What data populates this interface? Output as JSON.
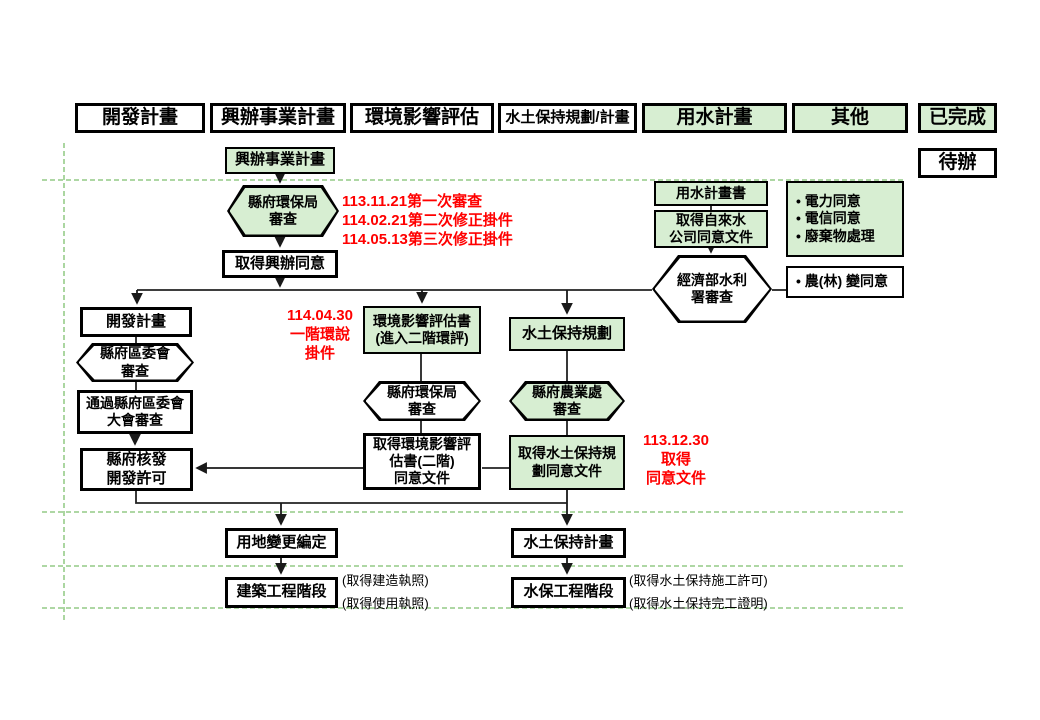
{
  "colors": {
    "node_green": "#d7eed2",
    "dashed_guide_green": "#7ebf6e",
    "red_annotation": "#ff0000",
    "border_black": "#000000"
  },
  "legend": {
    "categories": [
      {
        "label": "開發計畫",
        "style": "white"
      },
      {
        "label": "興辦事業計畫",
        "style": "white"
      },
      {
        "label": "環境影響評估",
        "style": "white"
      },
      {
        "label": "水土保持規劃/計畫",
        "style": "white"
      },
      {
        "label": "用水計畫",
        "style": "green"
      },
      {
        "label": "其他",
        "style": "green"
      }
    ],
    "status": [
      {
        "label": "已完成",
        "style": "green"
      },
      {
        "label": "待辦",
        "style": "white"
      }
    ]
  },
  "nodes": {
    "biz_plan_top": "興辦事業計畫",
    "epb_review_1": "縣府環保局\n審查",
    "obtain_biz_consent": "取得興辦同意",
    "dev_plan": "開發計畫",
    "county_committee_review": "縣府區委會\n審查",
    "pass_committee": "通過縣府區委會\n大會審查",
    "issue_dev_permit": "縣府核發\n開發許可",
    "eia_report": "環境影響評估書\n(進入二階環評)",
    "epb_review_2": "縣府環保局\n審查",
    "obtain_eia_consent": "取得環境影響評\n估書(二階)\n同意文件",
    "swc_planning": "水土保持規劃",
    "agri_dept_review": "縣府農業處\n審查",
    "obtain_swc_consent": "取得水土保持規\n劃同意文件",
    "water_plan_doc": "用水計畫書",
    "obtain_tapwater_consent": "取得自來水\n公司同意文件",
    "wra_review": "經濟部水利\n署審查",
    "utility_items": [
      "• 電力同意",
      "• 電信同意",
      "• 廢棄物處理"
    ],
    "agri_forest_consent": "• 農(林) 變同意",
    "land_use_change": "用地變更編定",
    "swc_plan_doc": "水土保持計畫",
    "building_stage": "建築工程階段",
    "swc_work_stage": "水保工程階段"
  },
  "annotations": {
    "red_review_dates": [
      "113.11.21第一次審查",
      "114.02.21第二次修正掛件",
      "114.05.13第三次修正掛件"
    ],
    "red_eia_stage1": [
      "114.04.30",
      "一階環說",
      "掛件"
    ],
    "red_swc_obtained": [
      "113.12.30",
      "取得",
      "同意文件"
    ],
    "building_license": "(取得建造執照)",
    "usage_license": "(取得使用執照)",
    "swc_construction_permit": "(取得水土保持施工許可)",
    "swc_completion_cert": "(取得水土保持完工證明)"
  }
}
